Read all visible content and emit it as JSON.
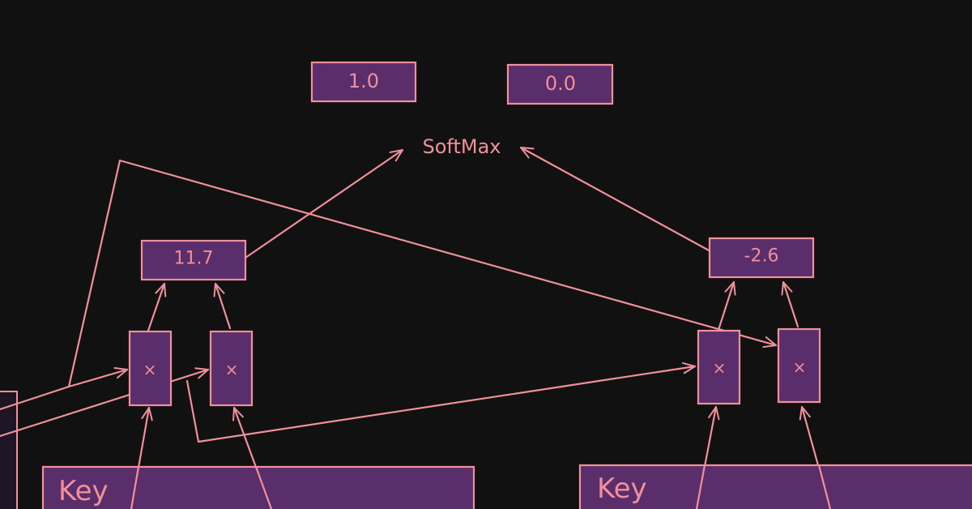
{
  "colors": {
    "background": "#111111",
    "node_fill": "#5a2d6b",
    "stroke": "#f0909a",
    "text": "#f0909a",
    "left_panel_fill": "#1e1624"
  },
  "outputs": [
    {
      "id": "out-1",
      "label": "1.0"
    },
    {
      "id": "out-2",
      "label": "0.0"
    }
  ],
  "softmax": {
    "label": "SoftMax"
  },
  "scores": [
    {
      "id": "score-left",
      "label": "11.7"
    },
    {
      "id": "score-right",
      "label": "-2.6"
    }
  ],
  "multipliers": [
    {
      "id": "mul-1",
      "label": "×"
    },
    {
      "id": "mul-2",
      "label": "×"
    },
    {
      "id": "mul-3",
      "label": "×"
    },
    {
      "id": "mul-4",
      "label": "×"
    }
  ],
  "keys": [
    {
      "id": "key-left",
      "label": "Key"
    },
    {
      "id": "key-right",
      "label": "Key"
    }
  ]
}
